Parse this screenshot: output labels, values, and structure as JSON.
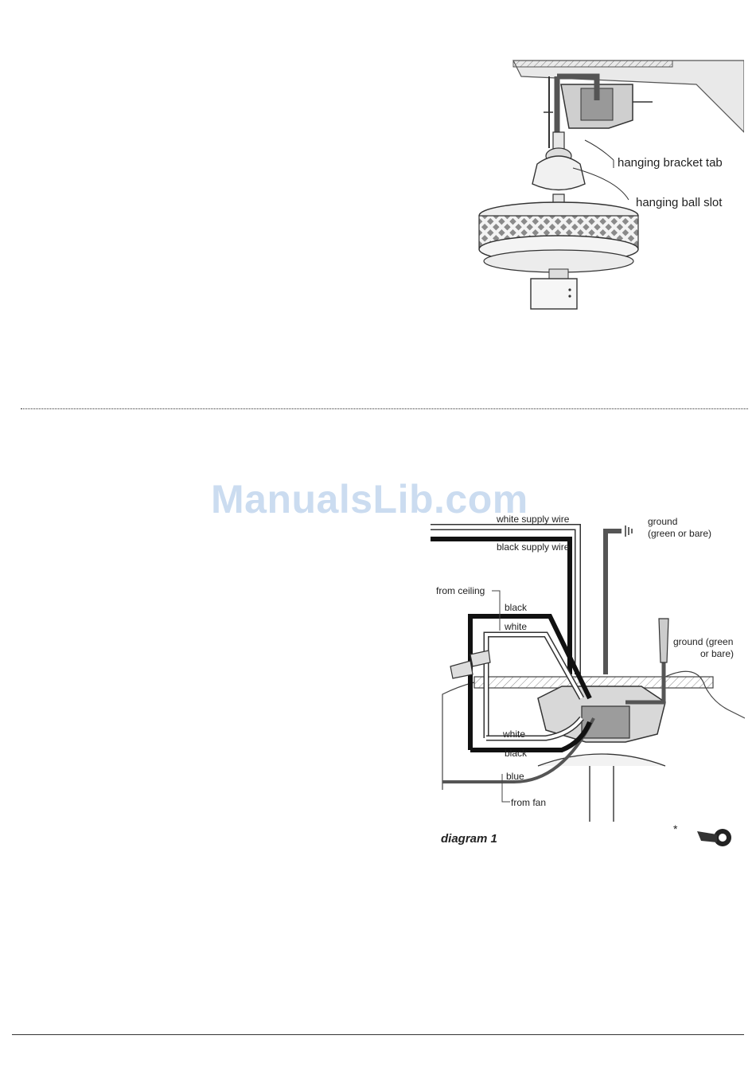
{
  "figure_top": {
    "callouts": [
      "hanging bracket tab",
      "hanging ball slot"
    ]
  },
  "figure_bottom": {
    "labels": {
      "white_supply": "white supply wire",
      "black_supply": "black supply wire",
      "ground_top_1": "ground",
      "ground_top_2": "(green or bare)",
      "ground_right_1": "ground (green",
      "ground_right_2": "or bare)",
      "from_ceiling": "from ceiling",
      "black_top": "black",
      "white_top": "white",
      "white_bottom": "white",
      "black_bottom": "black",
      "blue": "blue",
      "from_fan": "from fan",
      "caption": "diagram 1",
      "asterisk": "*"
    }
  },
  "watermark": "ManualsLib.com"
}
